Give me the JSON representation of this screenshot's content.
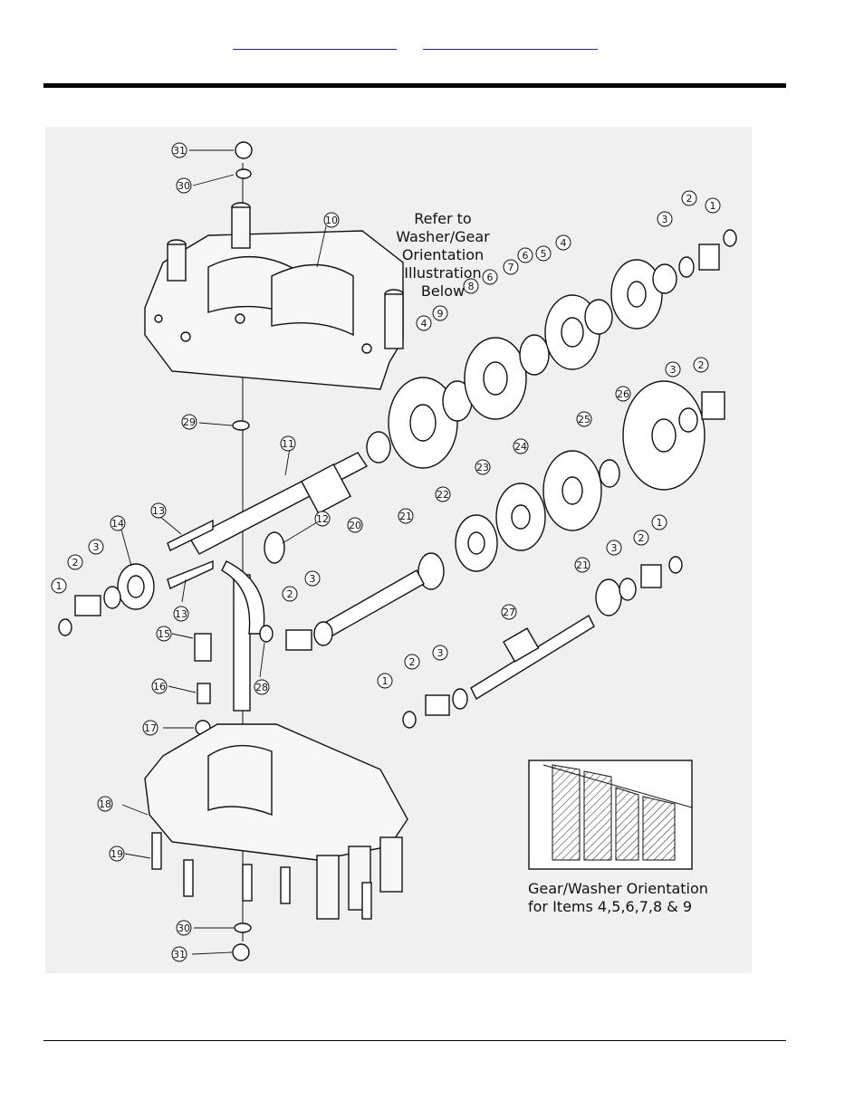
{
  "header": {
    "link_left": "",
    "link_right": ""
  },
  "note_top": {
    "line1": "Refer to Washer/Gear",
    "line2": "Orientation Illustration",
    "line3": "Below"
  },
  "note_bottom": {
    "line1": "Gear/Washer Orientation",
    "line2": "for Items 4,5,6,7,8 & 9"
  },
  "callouts": [
    "31",
    "30",
    "10",
    "1",
    "2",
    "3",
    "4",
    "5",
    "6",
    "7",
    "8",
    "6",
    "9",
    "4",
    "29",
    "11",
    "26",
    "2",
    "3",
    "25",
    "24",
    "23",
    "22",
    "21",
    "12",
    "13",
    "14",
    "3",
    "2",
    "1",
    "13",
    "20",
    "3",
    "2",
    "15",
    "28",
    "16",
    "17",
    "21",
    "3",
    "2",
    "1",
    "27",
    "3",
    "2",
    "1",
    "18",
    "19",
    "30",
    "31"
  ]
}
